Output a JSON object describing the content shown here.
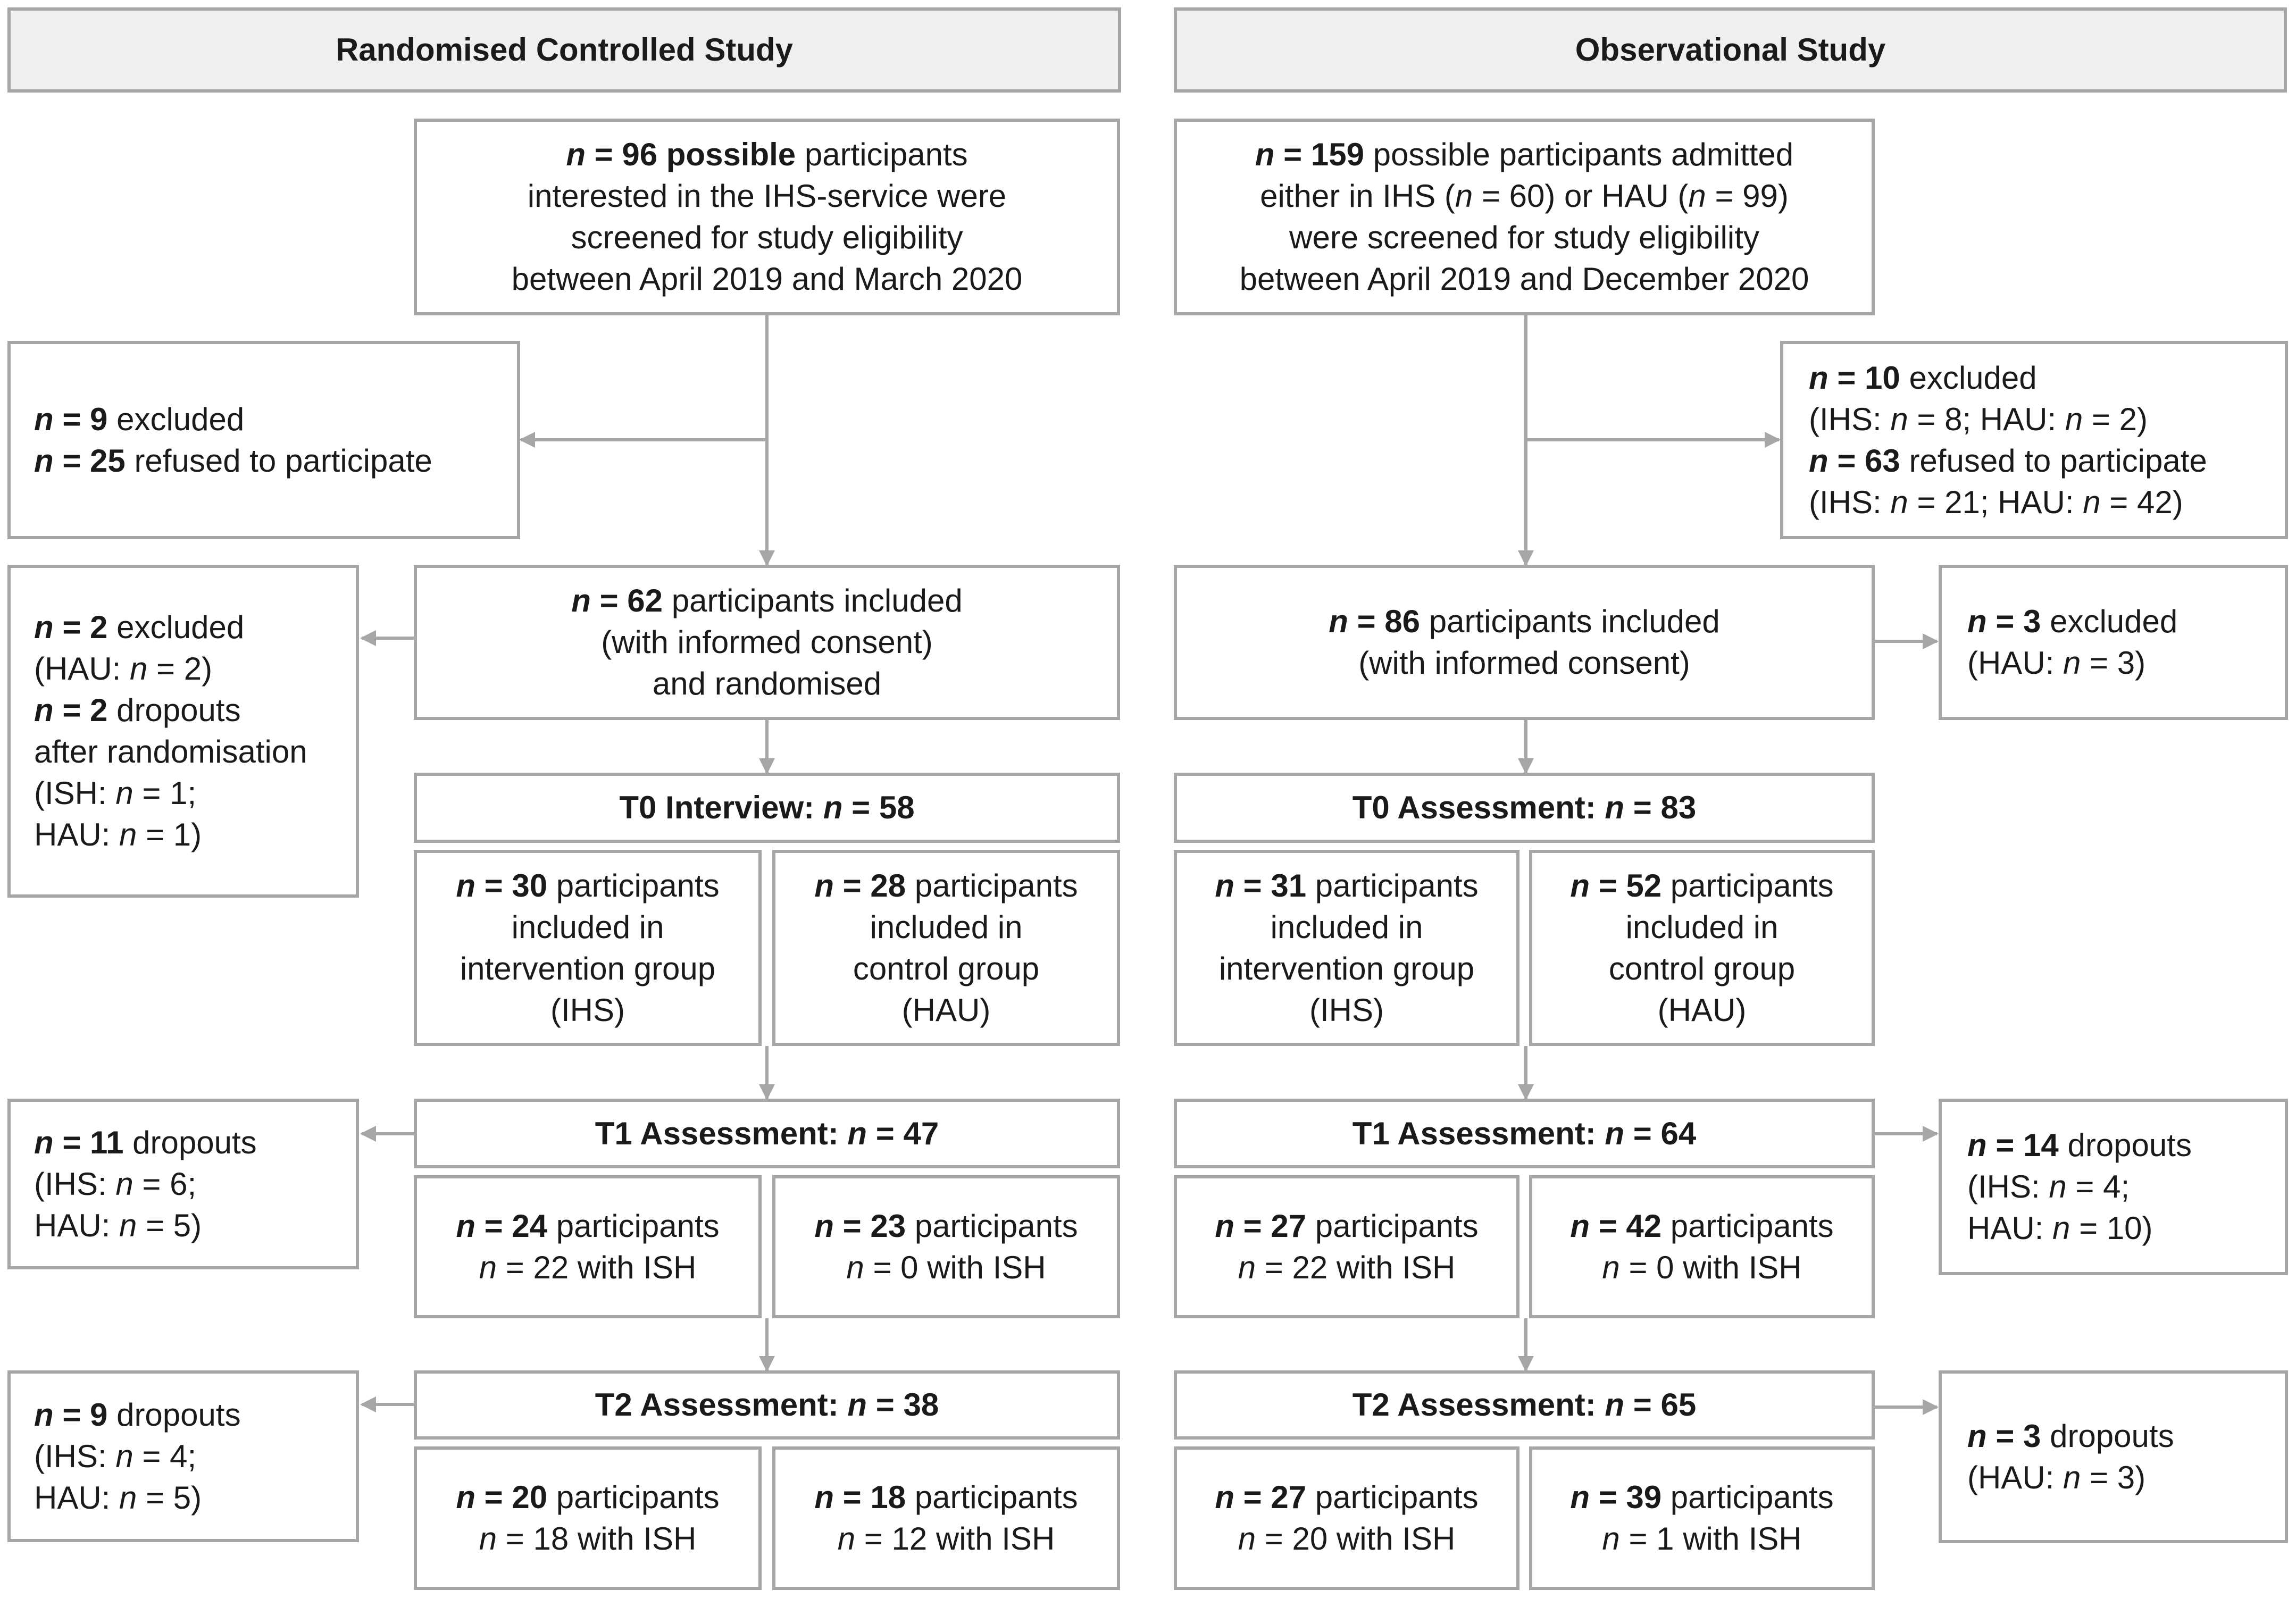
{
  "rct": {
    "header": "Randomised Controlled Study",
    "screened": [
      [
        {
          "t": "n",
          "b": 1,
          "i": 1
        },
        {
          "t": " = 96 possible",
          "b": 1
        },
        {
          "t": " participants"
        }
      ],
      [
        {
          "t": "interested in the IHS-service were"
        }
      ],
      [
        {
          "t": "screened for study eligibility"
        }
      ],
      [
        {
          "t": "between April 2019 and March 2020"
        }
      ]
    ],
    "excluded_refused": [
      [
        {
          "t": "n",
          "b": 1,
          "i": 1
        },
        {
          "t": " = 9",
          "b": 1
        },
        {
          "t": " excluded"
        }
      ],
      [
        {
          "t": "n",
          "b": 1,
          "i": 1
        },
        {
          "t": " = 25",
          "b": 1
        },
        {
          "t": " refused to participate"
        }
      ]
    ],
    "included": [
      [
        {
          "t": "n",
          "b": 1,
          "i": 1
        },
        {
          "t": " = 62",
          "b": 1
        },
        {
          "t": " participants included"
        }
      ],
      [
        {
          "t": "(with informed consent)"
        }
      ],
      [
        {
          "t": "and randomised"
        }
      ]
    ],
    "excluded_dropouts": [
      [
        {
          "t": "n",
          "b": 1,
          "i": 1
        },
        {
          "t": " = 2",
          "b": 1
        },
        {
          "t": " excluded"
        }
      ],
      [
        {
          "t": "(HAU: "
        },
        {
          "t": "n",
          "i": 1
        },
        {
          "t": " = 2)"
        }
      ],
      [
        {
          "t": "n",
          "b": 1,
          "i": 1
        },
        {
          "t": " = 2",
          "b": 1
        },
        {
          "t": " dropouts"
        }
      ],
      [
        {
          "t": "after randomisation"
        }
      ],
      [
        {
          "t": "(ISH: "
        },
        {
          "t": "n",
          "i": 1
        },
        {
          "t": " = 1;"
        }
      ],
      [
        {
          "t": "HAU: "
        },
        {
          "t": "n",
          "i": 1
        },
        {
          "t": " = 1)"
        }
      ]
    ],
    "t0": [
      [
        {
          "t": "T0 Interview: ",
          "b": 1
        },
        {
          "t": "n",
          "b": 1,
          "i": 1
        },
        {
          "t": " = 58",
          "b": 1
        }
      ]
    ],
    "t0_ihs": [
      [
        {
          "t": "n",
          "b": 1,
          "i": 1
        },
        {
          "t": " = 30",
          "b": 1
        },
        {
          "t": " participants"
        }
      ],
      [
        {
          "t": "included in"
        }
      ],
      [
        {
          "t": "intervention group"
        }
      ],
      [
        {
          "t": "(IHS)"
        }
      ]
    ],
    "t0_hau": [
      [
        {
          "t": "n",
          "b": 1,
          "i": 1
        },
        {
          "t": " = 28",
          "b": 1
        },
        {
          "t": " participants"
        }
      ],
      [
        {
          "t": "included in"
        }
      ],
      [
        {
          "t": "control group"
        }
      ],
      [
        {
          "t": "(HAU)"
        }
      ]
    ],
    "t1_dropouts": [
      [
        {
          "t": "n",
          "b": 1,
          "i": 1
        },
        {
          "t": " = 11",
          "b": 1
        },
        {
          "t": " dropouts"
        }
      ],
      [
        {
          "t": "(IHS: "
        },
        {
          "t": "n",
          "i": 1
        },
        {
          "t": " = 6;"
        }
      ],
      [
        {
          "t": "HAU: "
        },
        {
          "t": "n",
          "i": 1
        },
        {
          "t": " = 5)"
        }
      ]
    ],
    "t1": [
      [
        {
          "t": "T1 Assessment: ",
          "b": 1
        },
        {
          "t": "n",
          "b": 1,
          "i": 1
        },
        {
          "t": " = 47",
          "b": 1
        }
      ]
    ],
    "t1_ihs": [
      [
        {
          "t": "n",
          "b": 1,
          "i": 1
        },
        {
          "t": " = 24",
          "b": 1
        },
        {
          "t": " participants"
        }
      ],
      [
        {
          "t": "n",
          "i": 1
        },
        {
          "t": " = 22 with ISH"
        }
      ]
    ],
    "t1_hau": [
      [
        {
          "t": "n",
          "b": 1,
          "i": 1
        },
        {
          "t": " = 23",
          "b": 1
        },
        {
          "t": " participants"
        }
      ],
      [
        {
          "t": "n",
          "i": 1
        },
        {
          "t": " = 0 with ISH"
        }
      ]
    ],
    "t2_dropouts": [
      [
        {
          "t": "n",
          "b": 1,
          "i": 1
        },
        {
          "t": " = 9",
          "b": 1
        },
        {
          "t": " dropouts"
        }
      ],
      [
        {
          "t": "(IHS: "
        },
        {
          "t": "n",
          "i": 1
        },
        {
          "t": " = 4;"
        }
      ],
      [
        {
          "t": "HAU: "
        },
        {
          "t": "n",
          "i": 1
        },
        {
          "t": " = 5)"
        }
      ]
    ],
    "t2": [
      [
        {
          "t": "T2 Assessment: ",
          "b": 1
        },
        {
          "t": "n",
          "b": 1,
          "i": 1
        },
        {
          "t": " = 38",
          "b": 1
        }
      ]
    ],
    "t2_ihs": [
      [
        {
          "t": "n",
          "b": 1,
          "i": 1
        },
        {
          "t": " = 20",
          "b": 1
        },
        {
          "t": " participants"
        }
      ],
      [
        {
          "t": "n",
          "i": 1
        },
        {
          "t": " = 18 with ISH"
        }
      ]
    ],
    "t2_hau": [
      [
        {
          "t": "n",
          "b": 1,
          "i": 1
        },
        {
          "t": " = 18",
          "b": 1
        },
        {
          "t": " participants"
        }
      ],
      [
        {
          "t": "n",
          "i": 1
        },
        {
          "t": " = 12 with ISH"
        }
      ]
    ]
  },
  "obs": {
    "header": "Observational Study",
    "screened": [
      [
        {
          "t": "n",
          "b": 1,
          "i": 1
        },
        {
          "t": " = 159",
          "b": 1
        },
        {
          "t": " possible participants admitted"
        }
      ],
      [
        {
          "t": "either in IHS ("
        },
        {
          "t": "n",
          "i": 1
        },
        {
          "t": " = 60) or HAU ("
        },
        {
          "t": "n",
          "i": 1
        },
        {
          "t": " = 99)"
        }
      ],
      [
        {
          "t": "were screened for study eligibility"
        }
      ],
      [
        {
          "t": "between April 2019 and December 2020"
        }
      ]
    ],
    "excluded_refused": [
      [
        {
          "t": "n",
          "b": 1,
          "i": 1
        },
        {
          "t": " = 10",
          "b": 1
        },
        {
          "t": " excluded"
        }
      ],
      [
        {
          "t": "(IHS: "
        },
        {
          "t": "n",
          "i": 1
        },
        {
          "t": " = 8; HAU: "
        },
        {
          "t": "n",
          "i": 1
        },
        {
          "t": " = 2)"
        }
      ],
      [
        {
          "t": "n",
          "b": 1,
          "i": 1
        },
        {
          "t": " = 63",
          "b": 1
        },
        {
          "t": " refused to participate"
        }
      ],
      [
        {
          "t": "(IHS: "
        },
        {
          "t": "n",
          "i": 1
        },
        {
          "t": " = 21; HAU: "
        },
        {
          "t": "n",
          "i": 1
        },
        {
          "t": " = 42)"
        }
      ]
    ],
    "included": [
      [
        {
          "t": "n",
          "b": 1,
          "i": 1
        },
        {
          "t": " = 86",
          "b": 1
        },
        {
          "t": " participants included"
        }
      ],
      [
        {
          "t": "(with informed consent)"
        }
      ]
    ],
    "excluded_after": [
      [
        {
          "t": "n",
          "b": 1,
          "i": 1
        },
        {
          "t": " = 3",
          "b": 1
        },
        {
          "t": " excluded"
        }
      ],
      [
        {
          "t": "(HAU: "
        },
        {
          "t": "n",
          "i": 1
        },
        {
          "t": " = 3)"
        }
      ]
    ],
    "t0": [
      [
        {
          "t": "T0 Assessment: ",
          "b": 1
        },
        {
          "t": "n",
          "b": 1,
          "i": 1
        },
        {
          "t": " = 83",
          "b": 1
        }
      ]
    ],
    "t0_ihs": [
      [
        {
          "t": "n",
          "b": 1,
          "i": 1
        },
        {
          "t": " = 31",
          "b": 1
        },
        {
          "t": " participants"
        }
      ],
      [
        {
          "t": "included in"
        }
      ],
      [
        {
          "t": "intervention group"
        }
      ],
      [
        {
          "t": "(IHS)"
        }
      ]
    ],
    "t0_hau": [
      [
        {
          "t": "n",
          "b": 1,
          "i": 1
        },
        {
          "t": " = 52",
          "b": 1
        },
        {
          "t": " participants"
        }
      ],
      [
        {
          "t": "included in"
        }
      ],
      [
        {
          "t": "control group"
        }
      ],
      [
        {
          "t": "(HAU)"
        }
      ]
    ],
    "t1": [
      [
        {
          "t": "T1 Assessment: ",
          "b": 1
        },
        {
          "t": "n",
          "b": 1,
          "i": 1
        },
        {
          "t": " = 64",
          "b": 1
        }
      ]
    ],
    "t1_dropouts": [
      [
        {
          "t": "n",
          "b": 1,
          "i": 1
        },
        {
          "t": " = 14",
          "b": 1
        },
        {
          "t": " dropouts"
        }
      ],
      [
        {
          "t": "(IHS: "
        },
        {
          "t": "n",
          "i": 1
        },
        {
          "t": " = 4;"
        }
      ],
      [
        {
          "t": "HAU: "
        },
        {
          "t": "n",
          "i": 1
        },
        {
          "t": " = 10)"
        }
      ]
    ],
    "t1_ihs": [
      [
        {
          "t": "n",
          "b": 1,
          "i": 1
        },
        {
          "t": " = 27",
          "b": 1
        },
        {
          "t": " participants"
        }
      ],
      [
        {
          "t": "n",
          "i": 1
        },
        {
          "t": " = 22 with ISH"
        }
      ]
    ],
    "t1_hau": [
      [
        {
          "t": "n",
          "b": 1,
          "i": 1
        },
        {
          "t": " = 42",
          "b": 1
        },
        {
          "t": " participants"
        }
      ],
      [
        {
          "t": "n",
          "i": 1
        },
        {
          "t": " = 0 with ISH"
        }
      ]
    ],
    "t2": [
      [
        {
          "t": "T2 Assessment: ",
          "b": 1
        },
        {
          "t": "n",
          "b": 1,
          "i": 1
        },
        {
          "t": " = 65",
          "b": 1
        }
      ]
    ],
    "t2_dropouts": [
      [
        {
          "t": "n",
          "b": 1,
          "i": 1
        },
        {
          "t": " = 3",
          "b": 1
        },
        {
          "t": " dropouts"
        }
      ],
      [
        {
          "t": "(HAU: "
        },
        {
          "t": "n",
          "i": 1
        },
        {
          "t": " = 3)"
        }
      ]
    ],
    "t2_ihs": [
      [
        {
          "t": "n",
          "b": 1,
          "i": 1
        },
        {
          "t": " = 27",
          "b": 1
        },
        {
          "t": " participants"
        }
      ],
      [
        {
          "t": "n",
          "i": 1
        },
        {
          "t": " = 20 with ISH"
        }
      ]
    ],
    "t2_hau": [
      [
        {
          "t": "n",
          "b": 1,
          "i": 1
        },
        {
          "t": " = 39",
          "b": 1
        },
        {
          "t": " participants"
        }
      ],
      [
        {
          "t": "n",
          "i": 1
        },
        {
          "t": " = 1 with ISH"
        }
      ]
    ]
  },
  "colors": {
    "border": "#a6a6a6",
    "header_bg": "#efefef",
    "text": "#1a1a1a",
    "arrow": "#a6a6a6"
  }
}
